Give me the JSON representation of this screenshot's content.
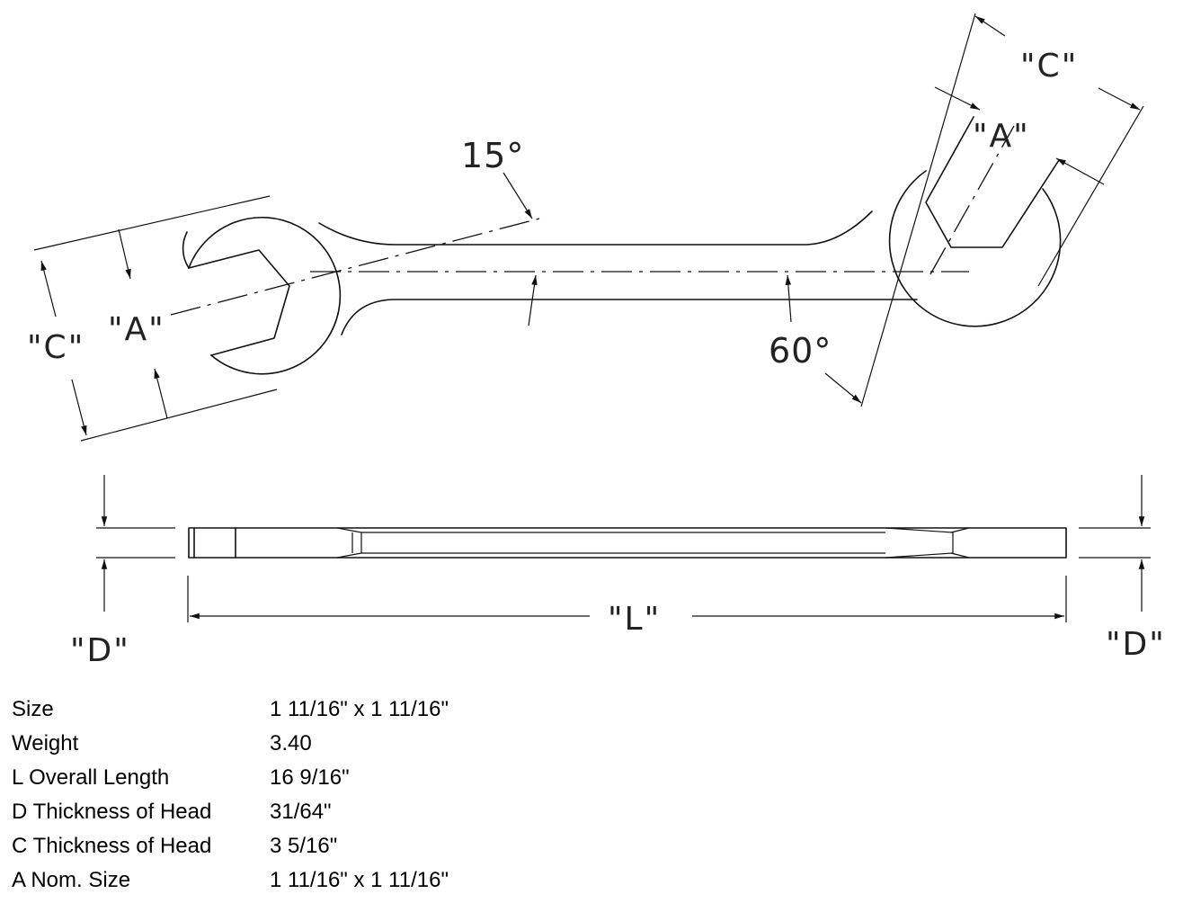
{
  "labels": {
    "c": "\"C\"",
    "a": "\"A\"",
    "d": "\"D\"",
    "l": "\"L\"",
    "angle15": "15°",
    "angle60": "60°"
  },
  "specs": [
    {
      "label": "Size",
      "value": "1 11/16\" x 1 11/16\""
    },
    {
      "label": "Weight",
      "value": "3.40"
    },
    {
      "label": "L Overall Length",
      "value": "16 9/16\""
    },
    {
      "label": "D Thickness of Head",
      "value": "31/64\""
    },
    {
      "label": "C Thickness of Head",
      "value": "3 5/16\""
    },
    {
      "label": "A Nom. Size",
      "value": "1 11/16\" x 1 11/16\""
    }
  ]
}
